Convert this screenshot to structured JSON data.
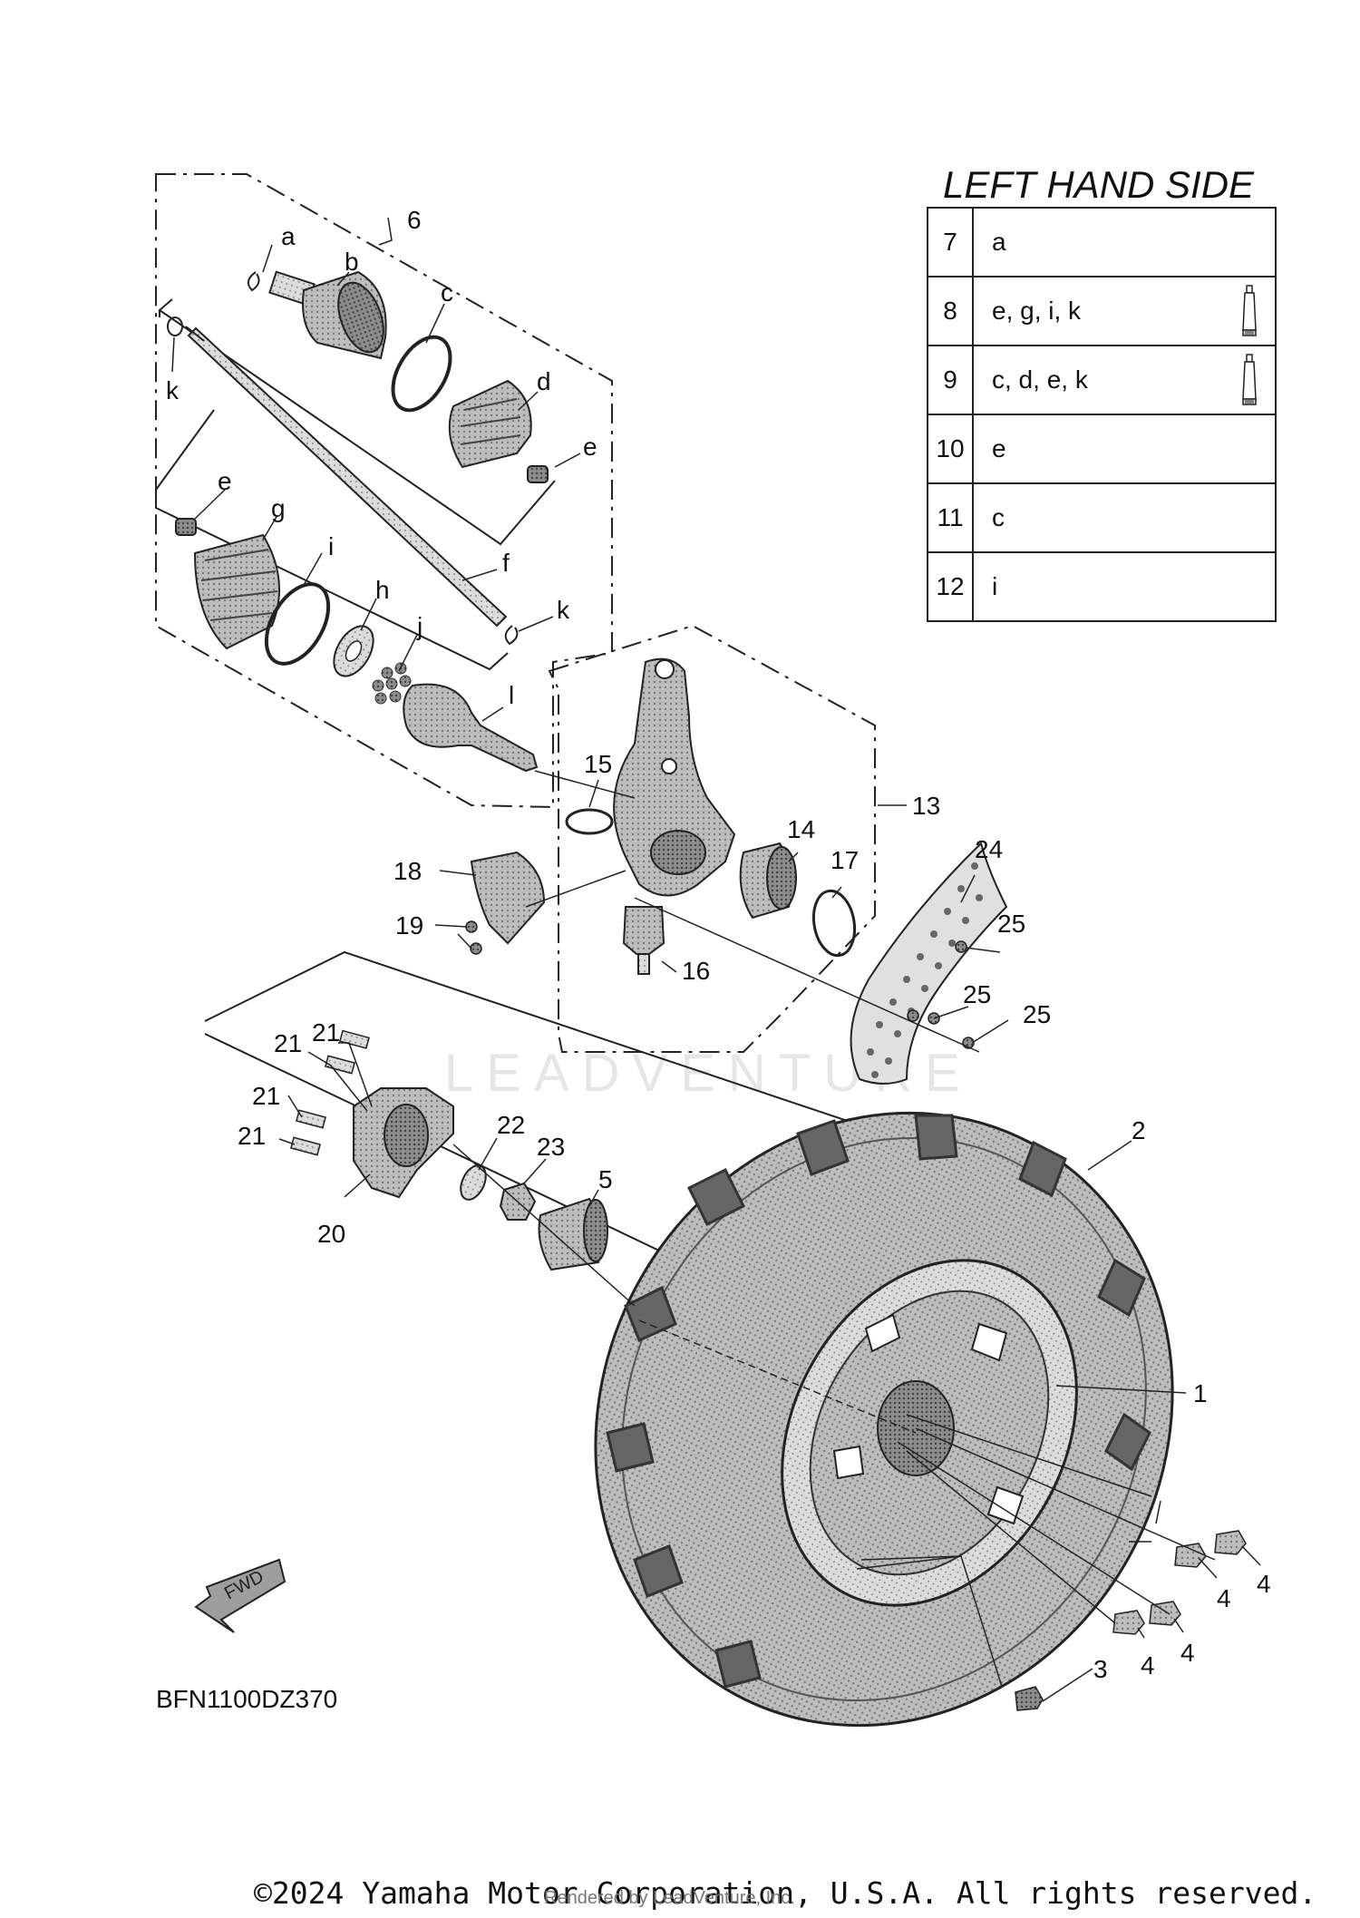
{
  "table_title": "LEFT HAND SIDE",
  "table_rows": [
    {
      "num": "7",
      "value": "a",
      "icon": null
    },
    {
      "num": "8",
      "value": "e, g, i, k",
      "icon": "grease-tube-icon"
    },
    {
      "num": "9",
      "value": "c, d, e, k",
      "icon": "grease-tube-icon"
    },
    {
      "num": "10",
      "value": "e",
      "icon": null
    },
    {
      "num": "11",
      "value": "c",
      "icon": null
    },
    {
      "num": "12",
      "value": "i",
      "icon": null
    }
  ],
  "callouts": {
    "n1": "1",
    "n2": "2",
    "n3": "3",
    "n4": "4",
    "n5": "5",
    "n6": "6",
    "n13": "13",
    "n14": "14",
    "n15": "15",
    "n16": "16",
    "n17": "17",
    "n18": "18",
    "n19": "19",
    "n20": "20",
    "n21": "21",
    "n22": "22",
    "n23": "23",
    "n24": "24",
    "n25": "25",
    "a": "a",
    "b": "b",
    "c": "c",
    "d": "d",
    "e": "e",
    "f": "f",
    "g": "g",
    "h": "h",
    "i": "i",
    "j": "j",
    "k": "k",
    "l": "l"
  },
  "fwd_label": "FWD",
  "diagram_code": "BFN1100DZ370",
  "watermark": "LEADVENTURE",
  "copyright": "©2024 Yamaha Motor Corporation, U.S.A. All rights reserved.",
  "rendered_by": "Rendered by LeadVenture, Inc."
}
